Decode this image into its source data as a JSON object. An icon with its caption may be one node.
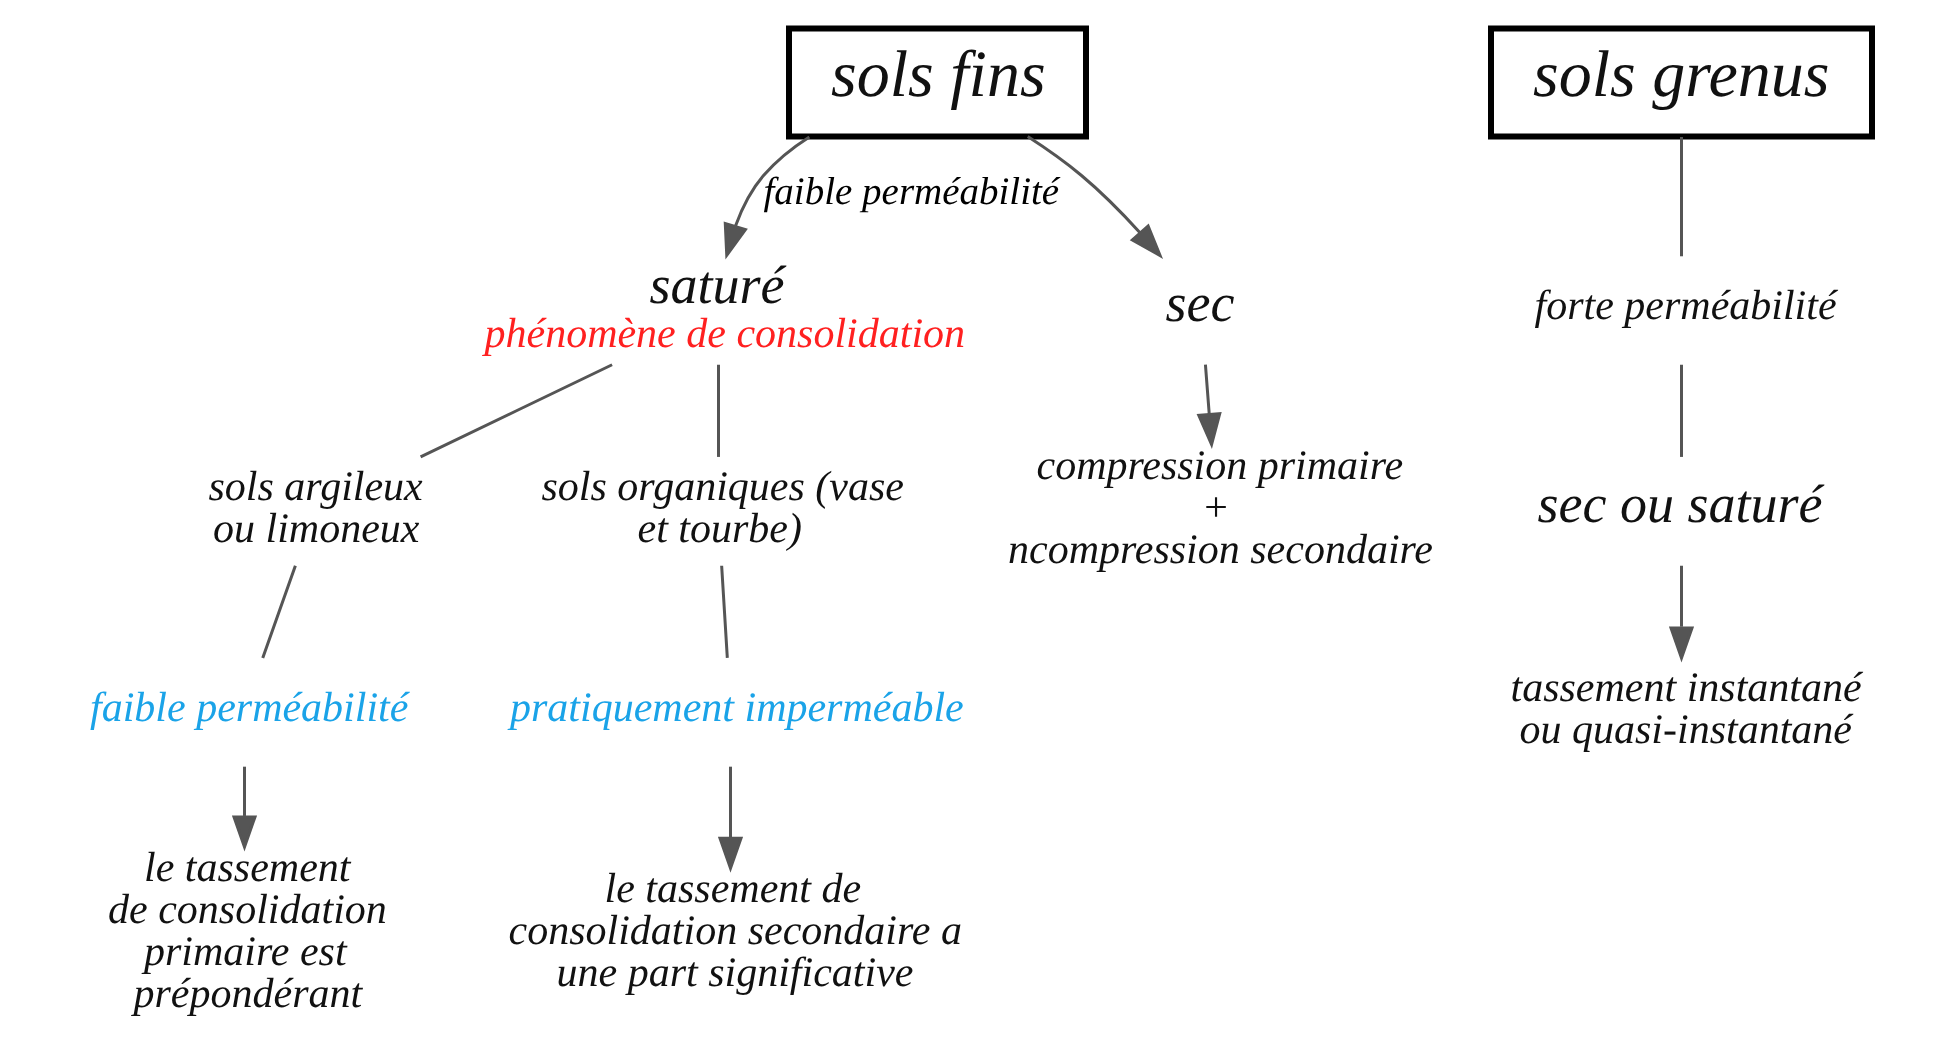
{
  "diagram": {
    "nodes": [
      {
        "text": [
          "sols fins"
        ]
      },
      {
        "text": [
          "saturé",
          "phénomène de consolidation"
        ]
      },
      {
        "text": [
          "sec"
        ]
      },
      {
        "text": [
          "sols argileux ou limoneux"
        ]
      },
      {
        "text": [
          "faible perméabilité"
        ]
      },
      {
        "text": [
          "le tassement de consolidation primaire est prépondérant"
        ]
      },
      {
        "text": [
          "sols organiques (vase et tourbe)"
        ]
      },
      {
        "text": [
          "pratiquement imperméable"
        ]
      },
      {
        "text": [
          "le tassement de consolidation secondaire a une part significative"
        ]
      },
      {
        "text": [
          "compression primaire",
          "+",
          "ncompression secondaire"
        ]
      },
      {
        "text": [
          "sols grenus"
        ]
      },
      {
        "text": [
          "forte perméabilité"
        ]
      },
      {
        "text": [
          "sec ou saturé"
        ]
      },
      {
        "text": [
          "tassement instantané ou quasi-instantané"
        ]
      }
    ],
    "edges": [
      {
        "from": 0,
        "to": 1,
        "arrow": "to",
        "label": "faible perméabilité"
      },
      {
        "from": 0,
        "to": 2,
        "arrow": "to"
      },
      {
        "from": 1,
        "to": 3,
        "arrow": "none"
      },
      {
        "from": 1,
        "to": 6,
        "arrow": "none"
      },
      {
        "from": 3,
        "to": 4,
        "arrow": "none"
      },
      {
        "from": 4,
        "to": 5,
        "arrow": "to"
      },
      {
        "from": 6,
        "to": 7,
        "arrow": "none"
      },
      {
        "from": 7,
        "to": 8,
        "arrow": "to"
      },
      {
        "from": 2,
        "to": 9,
        "arrow": "to"
      },
      {
        "from": 10,
        "to": 11,
        "arrow": "none"
      },
      {
        "from": 11,
        "to": 12,
        "arrow": "none"
      },
      {
        "from": 12,
        "to": 13,
        "arrow": "to"
      }
    ]
  }
}
